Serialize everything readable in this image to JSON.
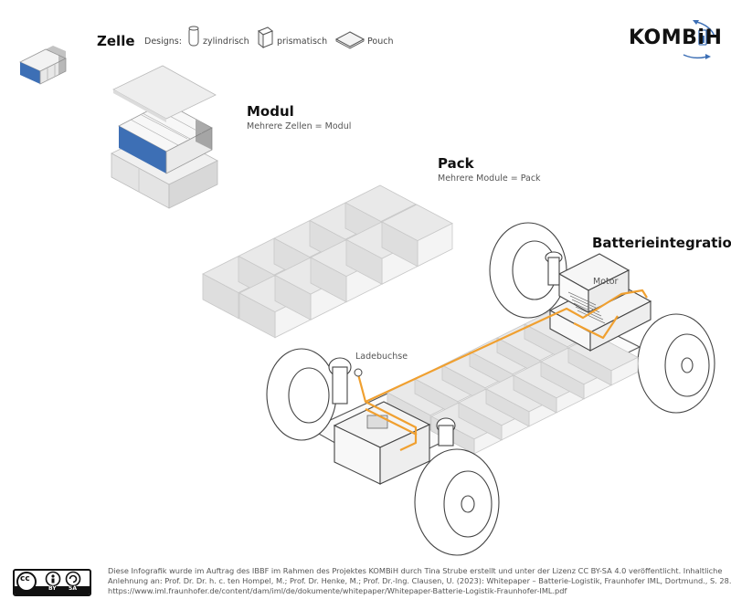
{
  "zelle": {
    "title": "Zelle"
  },
  "designs": {
    "label": "Designs:",
    "items": [
      "zylindrisch",
      "prismatisch",
      "Pouch"
    ]
  },
  "modul": {
    "title": "Modul",
    "subtitle": "Mehrere Zellen = Modul"
  },
  "pack": {
    "title": "Pack",
    "subtitle": "Mehrere Module = Pack"
  },
  "integration": {
    "title": "Batterieintegration",
    "motor_label": "Motor",
    "charger_label": "Ladebuchse"
  },
  "logo": {
    "text": "KOMBiH"
  },
  "license": {
    "cc": "cc",
    "by": "BY",
    "sa": "SA"
  },
  "footer": {
    "line1": "Diese Infografik wurde im Auftrag des  IBBF im Rahmen des Projektes KOMBiH durch Tina Strube erstellt und unter der Lizenz CC BY-SA 4.0 veröffentlicht.  Inhaltliche",
    "line2": "Anlehnung an: Prof. Dr. Dr. h. c. ten Hompel, M.; Prof. Dr. Henke, M.; Prof. Dr.-Ing. Clausen, U. (2023): Whitepaper – Batterie-Logistik, Fraunhofer IML, Dortmund., S. 28.",
    "line3": "https://www.iml.fraunhofer.de/content/dam/iml/de/dokumente/whitepaper/Whitepaper-Batterie-Logistik-Fraunhofer-IML.pdf"
  },
  "colors": {
    "accent_blue": "#3d6fb5",
    "wire_orange": "#f0a030",
    "module_grey": "#e3e3e3"
  }
}
